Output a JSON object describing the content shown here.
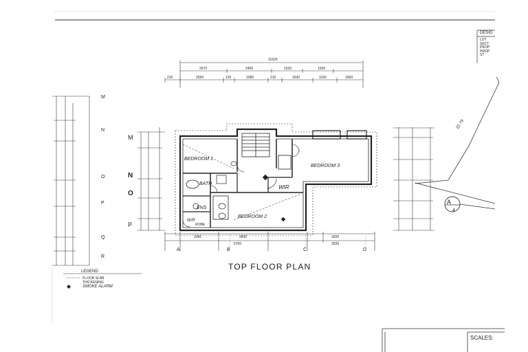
{
  "title": "TOP FLOOR PLAN",
  "rooms": {
    "bedroom_1": "BEDROOM 1",
    "bedroom_3": "BEDROOM 3",
    "bedroom_2": "BEDROOM 2",
    "bath": "BATH",
    "wir": "WIR",
    "ens": "ENS",
    "wr": "W/R",
    "robe": "ROBE"
  },
  "grid_letters": [
    "A",
    "B",
    "C",
    "D"
  ],
  "left_grid_letters": [
    "M",
    "N",
    "O",
    "P",
    "Q",
    "R"
  ],
  "mid_grid_letters": [
    "M",
    "N",
    "O",
    "P"
  ],
  "dimensions": {
    "top_overall": "11620",
    "top_row1": [
      "2670",
      "2400",
      "1630",
      "1630"
    ],
    "top_row2": [
      "210",
      "2550",
      "210",
      "1080",
      "210",
      "1630",
      "1160",
      "1660"
    ],
    "bottom_row1": [
      "2360",
      "2800",
      "3200"
    ],
    "bottom_row2": [
      "5700",
      "3200"
    ],
    "diag": "22.79"
  },
  "legend": {
    "heading": "LEGEND",
    "item1": "FLOOR SLAB THICKENING",
    "item2": "SMOKE ALARM"
  },
  "title_block": {
    "heading": "DESIG",
    "rows": [
      "LOT",
      "SECT",
      "PROP",
      "PROP",
      "ST"
    ]
  },
  "scales_label": "SCALES:",
  "section_ref": {
    "letter": "A",
    "number": "4"
  }
}
